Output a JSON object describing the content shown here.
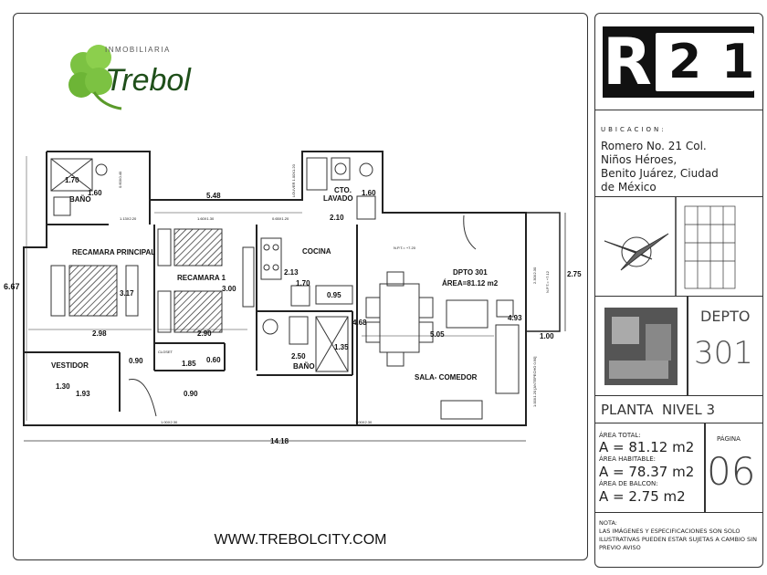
{
  "logo": {
    "small": "INMOBILIARIA",
    "big": "Trebol"
  },
  "website": "WWW.TREBOLCITY.COM",
  "brand": {
    "r": "R",
    "num": "21"
  },
  "ubicacion": {
    "label": "UBICACION:",
    "lines": [
      "Romero No. 21 Col.",
      "Niños Héroes,",
      "Benito Juárez, Ciudad",
      "de México"
    ]
  },
  "depto": {
    "label": "DEPTO",
    "number": "301"
  },
  "planta": "PLANTA  NIVEL 3",
  "areas": {
    "total_label": "ÁREA TOTAL:",
    "total": "A = 81.12 m2",
    "habitable_label": "ÁREA HABITABLE:",
    "habitable": "A = 78.37 m2",
    "balcon_label": "ÁREA DE BALCON:",
    "balcon": "A = 2.75 m2"
  },
  "pagina": {
    "label": "PÁGINA",
    "number": "06"
  },
  "nota": {
    "label": "NOTA:",
    "text": "LAS IMÁGENES Y ESPECIFICACIONES SON SOLO ILUSTRATIVAS PUEDEN ESTAR SUJETAS A CAMBIO SIN PREVIO AVISO"
  },
  "plan": {
    "rooms": {
      "bano1": "BAÑO",
      "lavado1": "CTO.",
      "lavado2": "LAVADO",
      "recamara_principal": "RECAMARA PRINCIPAL",
      "recamara1": "RECAMARA 1",
      "cocina": "COCINA",
      "depto": "DPTO 301",
      "area": "ÁREA=81.12 m2",
      "sala": "SALA- COMEDOR",
      "vestidor": "VESTIDOR",
      "bano2": "BAÑO",
      "closet": "CLOSET"
    },
    "dims": {
      "d170a": "1.70",
      "d160a": "1.60",
      "d548": "5.48",
      "d160b": "1.60",
      "d210": "2.10",
      "d667": "6.67",
      "d317": "3.17",
      "d300": "3.00",
      "d213": "2.13",
      "d170b": "1.70",
      "d095": "0.95",
      "d298": "2.98",
      "d290": "2.90",
      "d090a": "0.90",
      "d185": "1.85",
      "d060": "0.60",
      "d250": "2.50",
      "d135": "1.35",
      "d468": "4.68",
      "d505": "5.05",
      "d493": "4.93",
      "d100": "1.00",
      "d275": "2.75",
      "d130": "1.30",
      "d193": "1.93",
      "d090b": "0.90",
      "d1418": "14.18"
    },
    "windows": {
      "w1": "1.13X2.20",
      "w2": "1.60X1.30",
      "w3": "0.65X1.20",
      "w4": "0.60X0.40",
      "w5": "LOUVER 1.00X1.20",
      "w6": "1.00X2.30",
      "w7": "1.00X2.30",
      "w8": "2.30X2.30",
      "w9": "1.00X1.20 [ANTEPECHO 0.90]"
    },
    "levels": {
      "npt1": "N.P.T.= +7.20",
      "npt2": "N.P.T.= +7.12"
    }
  }
}
